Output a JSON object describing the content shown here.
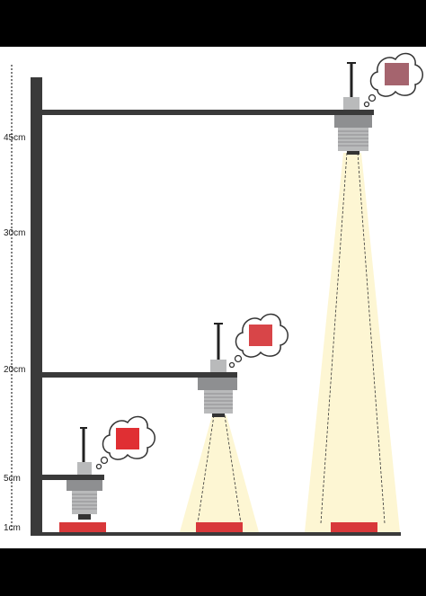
{
  "scale": {
    "labels": [
      "45cm",
      "30cm",
      "20cm",
      "5cm",
      "1cm"
    ]
  },
  "colors": {
    "frame": "#3a3a3a",
    "sensor_gray": "#b9babb",
    "sensor_dark": "#8e8f91",
    "beam": "#fdf6d3",
    "target_red": "#d8383a",
    "perceived_1": "#e02f33",
    "perceived_2": "#d84548",
    "perceived_3": "#a5646e",
    "background": "#ffffff",
    "outer_background": "#000000"
  },
  "sensors": [
    {
      "name": "sensor-1cm",
      "perceived_color": "#e02f33"
    },
    {
      "name": "sensor-20cm",
      "perceived_color": "#d84548"
    },
    {
      "name": "sensor-45cm",
      "perceived_color": "#a5646e"
    }
  ]
}
